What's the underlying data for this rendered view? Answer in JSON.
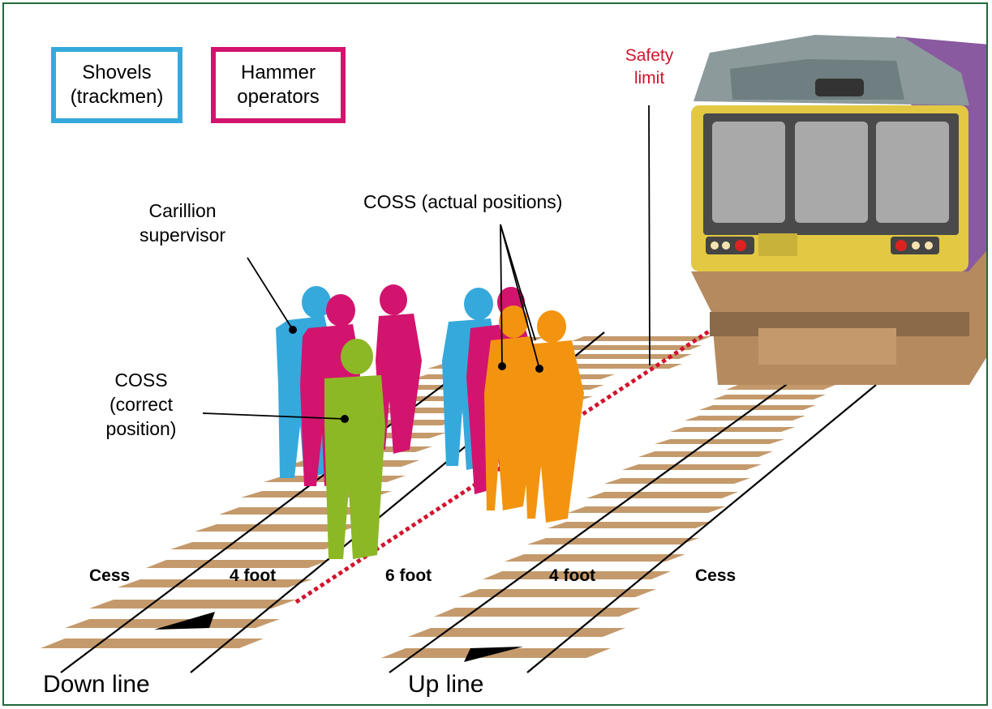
{
  "legend": {
    "shovels": {
      "line1": "Shovels",
      "line2": "(trackmen)",
      "color": "#36a9dc"
    },
    "hammer": {
      "line1": "Hammer",
      "line2": "operators",
      "color": "#d2146e"
    }
  },
  "labels": {
    "safety_limit": {
      "line1": "Safety",
      "line2": "limit",
      "color": "#d2142e"
    },
    "carillion": {
      "line1": "Carillion",
      "line2": "supervisor"
    },
    "coss_actual": "COSS (actual positions)",
    "coss_correct": {
      "line1": "COSS",
      "line2": "(correct",
      "line3": "position)"
    },
    "zones": {
      "cess_left": "Cess",
      "four_foot_left": "4 foot",
      "six_foot": "6 foot",
      "four_foot_right": "4 foot",
      "cess_right": "Cess"
    },
    "down_line": "Down line",
    "up_line": "Up line"
  },
  "colors": {
    "frame": "#1f6a3a",
    "sleeper": "#c49a6c",
    "rail": "#000000",
    "trackmen": "#36a9dc",
    "hammer_operators": "#d2146e",
    "coss_correct": "#8db826",
    "coss_actual": "#f39410",
    "safety_limit": "#d2142e",
    "train_body": "#e2c843",
    "train_roof": "#8c9a9c",
    "train_side": "#8a5aa0",
    "train_underframe": "#b58a5e"
  }
}
